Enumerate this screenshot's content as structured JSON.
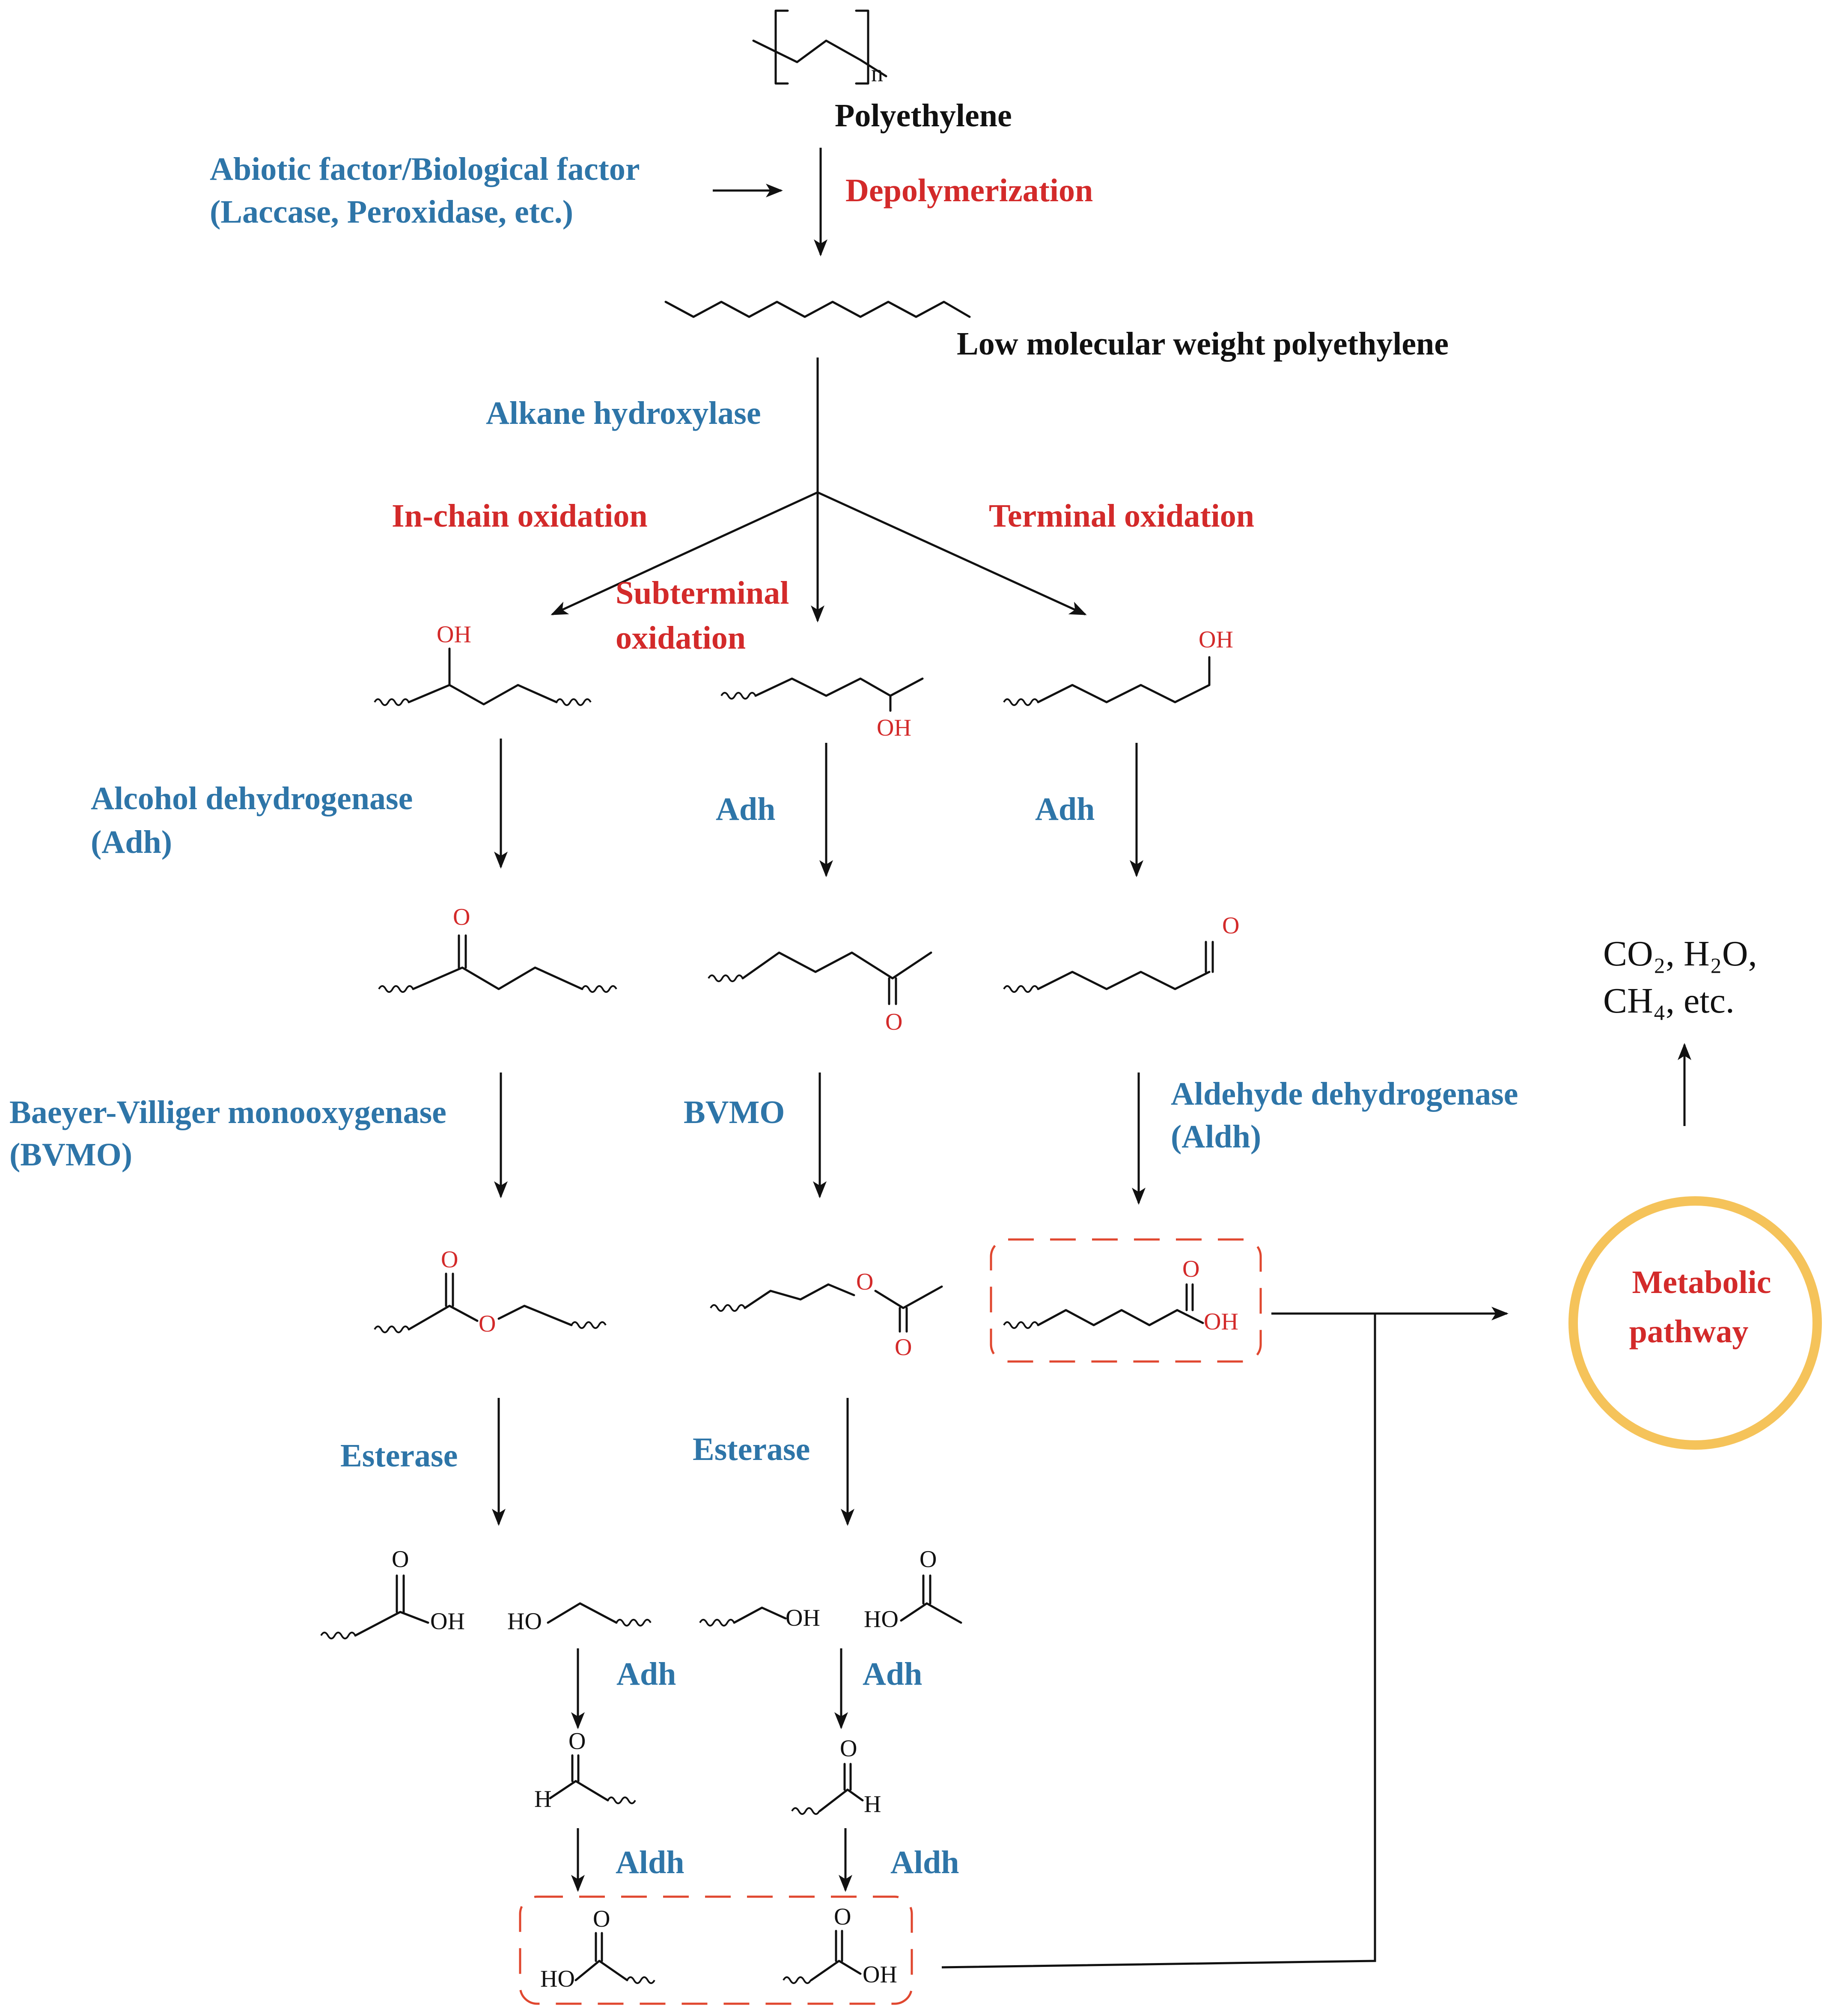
{
  "labels": {
    "polyethylene": "Polyethylene",
    "repeat_n": "n",
    "abiotic_line1": "Abiotic factor/Biological factor",
    "abiotic_line2": "(Laccase, Peroxidase, etc.)",
    "depolymerization": "Depolymerization",
    "low_mw_pe": "Low molecular weight polyethylene",
    "alkane_hydroxylase": "Alkane hydroxylase",
    "in_chain_oxidation": "In-chain oxidation",
    "subterminal_line1": "Subterminal",
    "subterminal_line2": "oxidation",
    "terminal_oxidation": "Terminal oxidation",
    "adh_full_line1": "Alcohol dehydrogenase",
    "adh_full_line2": "(Adh)",
    "adh": "Adh",
    "bvmo_full_line1": "Baeyer-Villiger monooxygenase",
    "bvmo_full_line2": "(BVMO)",
    "bvmo": "BVMO",
    "aldh_full_line1": "Aldehyde dehydrogenase",
    "aldh_full_line2": "(Aldh)",
    "esterase": "Esterase",
    "aldh": "Aldh",
    "metabolic_line1": "Metabolic",
    "metabolic_line2": "pathway",
    "products_line1": "CO₂, H₂O,",
    "products_line2": "CH₄, etc."
  },
  "atoms": {
    "oh": "OH",
    "o": "O",
    "ho": "HO",
    "h": "H"
  },
  "colors": {
    "enzyme_blue": "#2e75a8",
    "process_red": "#d32a2a",
    "heteroatom_red": "#d32a2a",
    "dashed_box": "#e0472f",
    "circle_ring": "#f5c35a"
  }
}
